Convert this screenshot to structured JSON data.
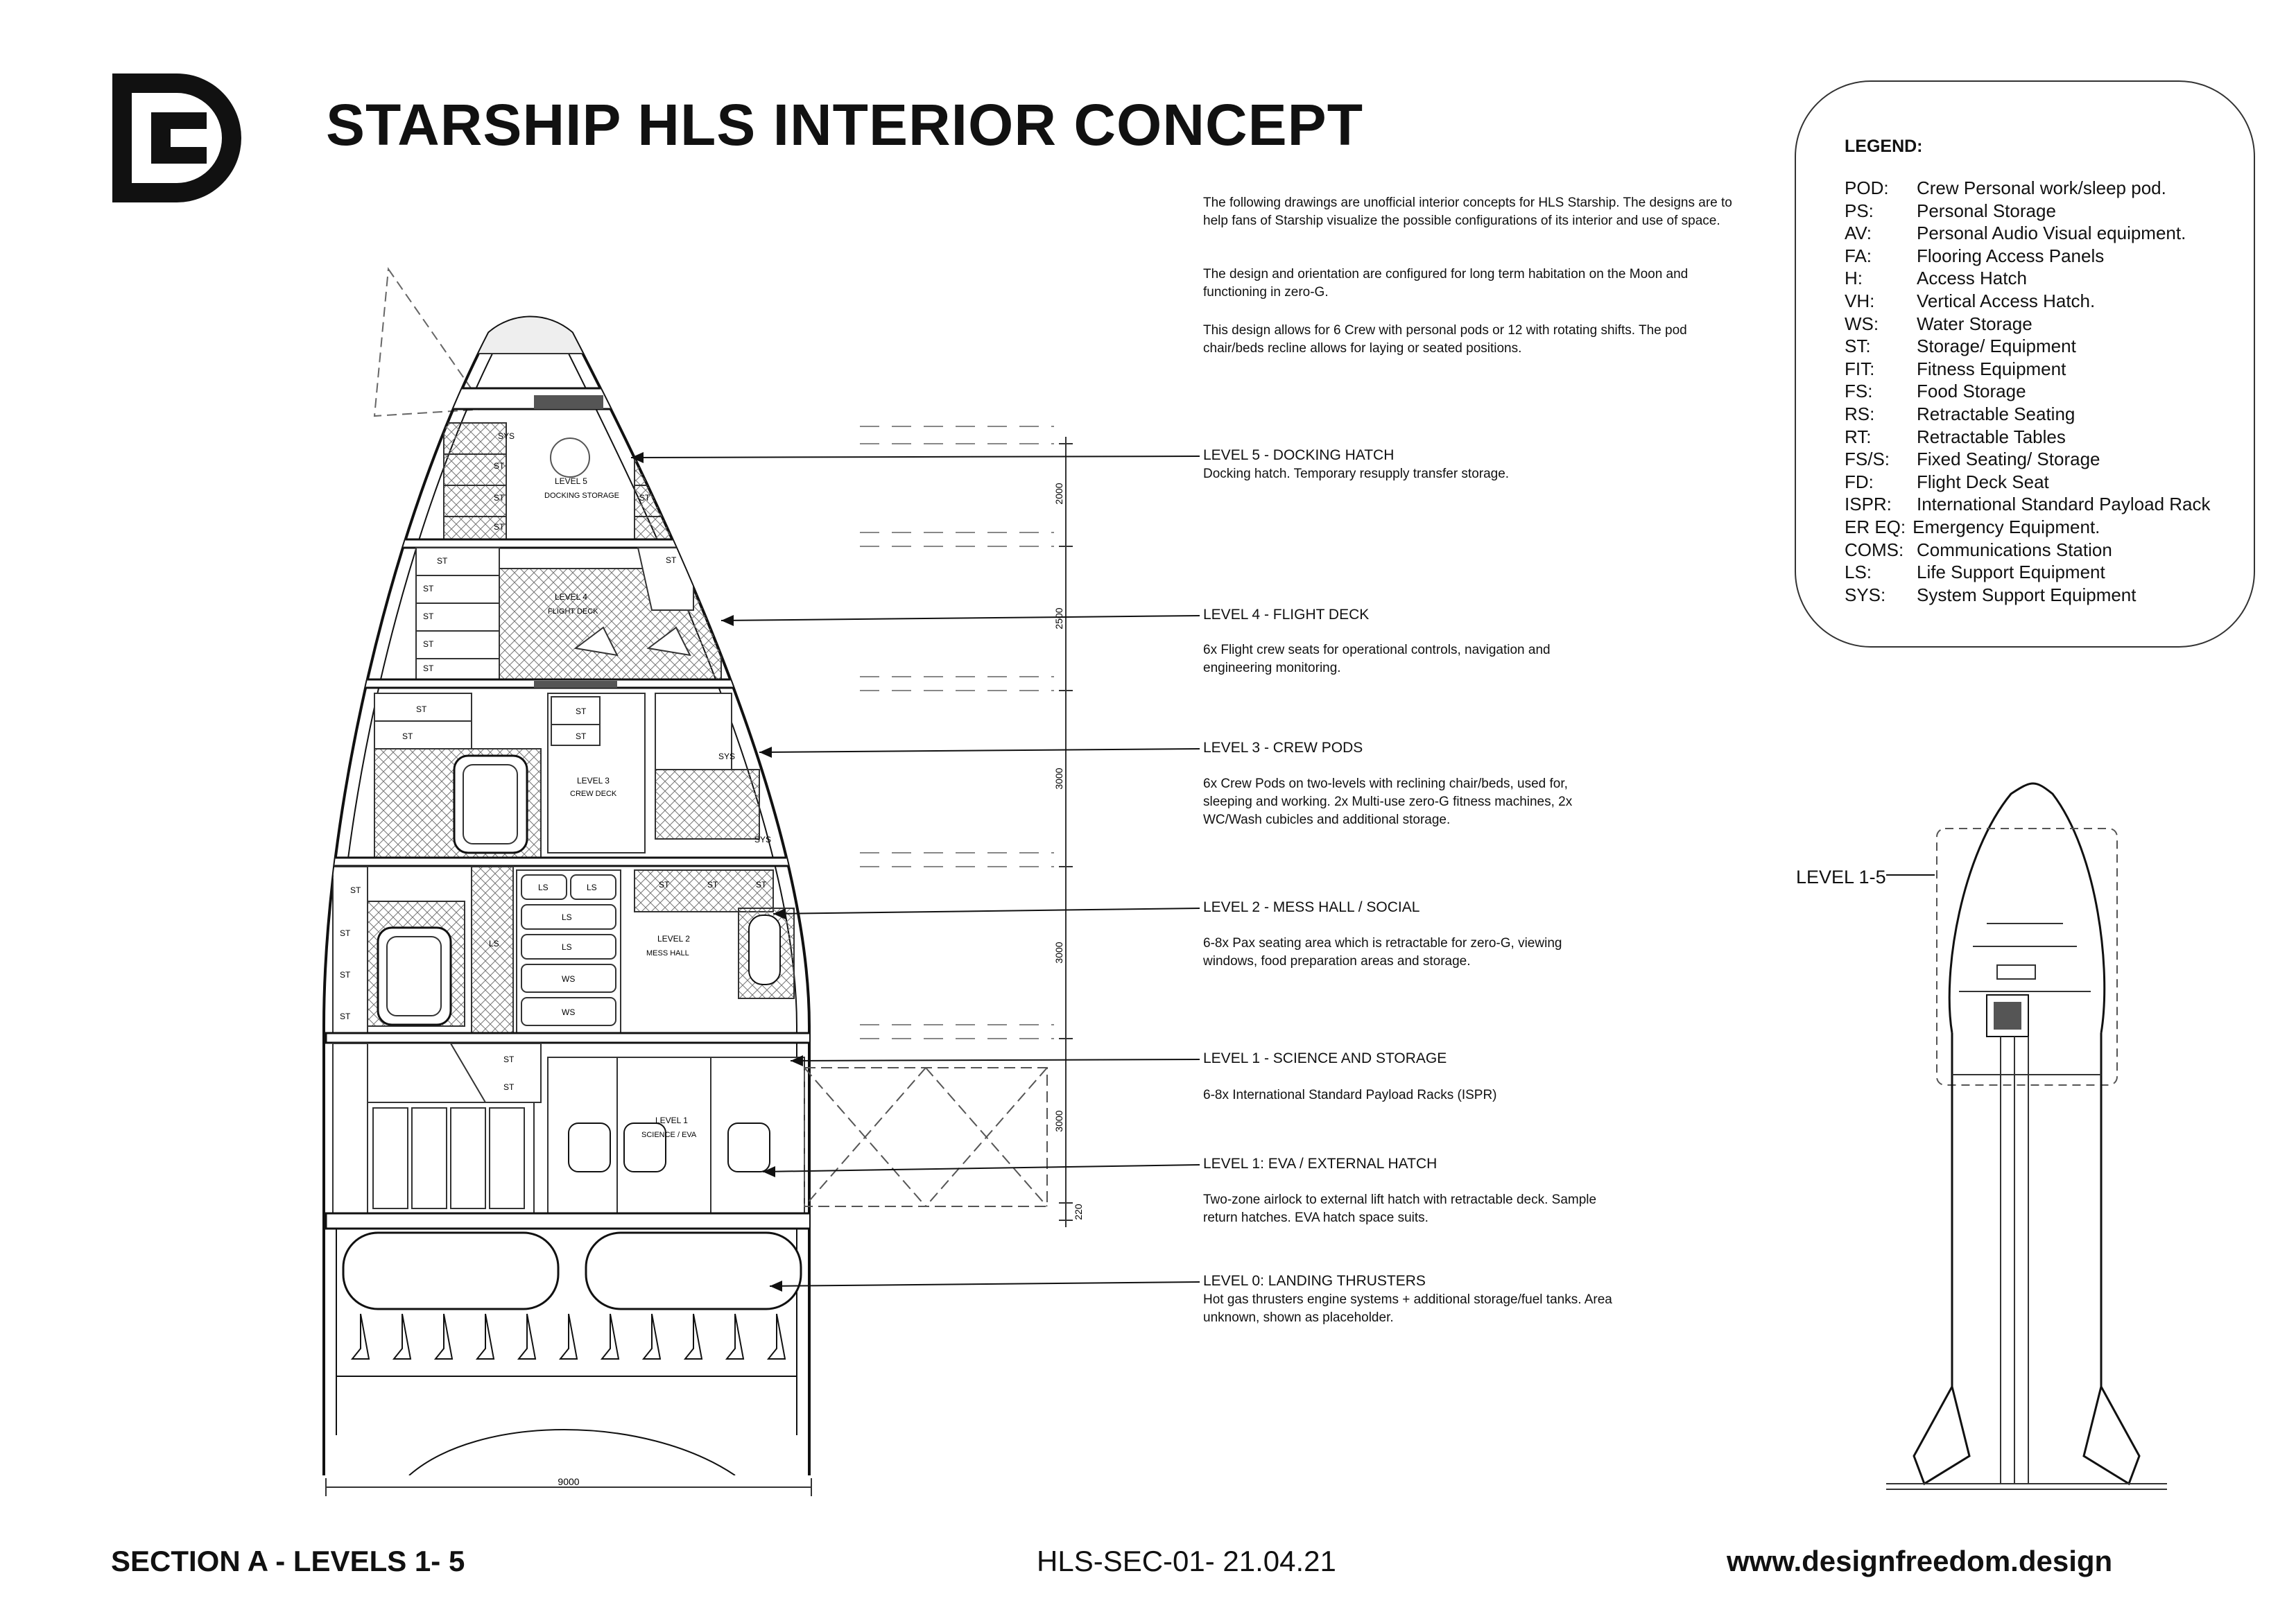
{
  "title": "STARSHIP HLS INTERIOR CONCEPT",
  "intro": [
    "The following drawings are unofficial interior concepts for HLS Starship. The designs are to help fans of Starship visualize the possible configurations of its interior and use of space.",
    "The design and orientation are configured for long term habitation on the Moon and functioning in zero-G.",
    "This design allows for 6 Crew with personal pods or 12 with rotating shifts. The pod chair/beds recline allows for laying or seated positions."
  ],
  "levels": [
    {
      "title": "LEVEL 5 - DOCKING HATCH",
      "desc": "Docking hatch. Temporary resupply transfer storage."
    },
    {
      "title": "LEVEL 4 - FLIGHT DECK",
      "desc": "6x Flight crew seats for operational controls, navigation and engineering monitoring."
    },
    {
      "title": "LEVEL 3 - CREW PODS",
      "desc": "6x Crew Pods on two-levels with reclining chair/beds, used for, sleeping and working. 2x Multi-use zero-G fitness machines,  2x WC/Wash cubicles and additional storage."
    },
    {
      "title": "LEVEL 2 - MESS HALL / SOCIAL",
      "desc": "6-8x Pax seating area which is retractable for zero-G, viewing windows, food preparation areas and storage."
    },
    {
      "title": "LEVEL 1 - SCIENCE AND STORAGE",
      "desc": "6-8x International Standard Payload Racks (ISPR)"
    },
    {
      "title": "LEVEL 1: EVA / EXTERNAL HATCH",
      "desc": "Two-zone airlock to external lift hatch with retractable deck. Sample return hatches. EVA hatch space suits."
    },
    {
      "title": "LEVEL 0: LANDING THRUSTERS",
      "desc": "Hot gas thrusters engine systems + additional storage/fuel tanks. Area unknown, shown as placeholder."
    }
  ],
  "legend": {
    "title": "LEGEND:",
    "items": [
      {
        "code": "POD:",
        "text": "Crew Personal work/sleep pod."
      },
      {
        "code": "PS:",
        "text": "Personal Storage"
      },
      {
        "code": "AV:",
        "text": "Personal Audio Visual equipment."
      },
      {
        "code": "FA:",
        "text": "Flooring Access Panels"
      },
      {
        "code": "H:",
        "text": "Access Hatch"
      },
      {
        "code": "VH:",
        "text": "Vertical Access Hatch."
      },
      {
        "code": "WS:",
        "text": "Water Storage"
      },
      {
        "code": "ST:",
        "text": "Storage/ Equipment"
      },
      {
        "code": "FIT:",
        "text": "Fitness Equipment"
      },
      {
        "code": "FS:",
        "text": "Food Storage"
      },
      {
        "code": "RS:",
        "text": "Retractable Seating"
      },
      {
        "code": "RT:",
        "text": "Retractable Tables"
      },
      {
        "code": "FS/S:",
        "text": "Fixed Seating/ Storage"
      },
      {
        "code": "FD:",
        "text": "Flight Deck Seat"
      },
      {
        "code": "ISPR:",
        "text": "International Standard Payload Rack"
      },
      {
        "code": "ER EQ:",
        "text": "Emergency Equipment."
      },
      {
        "code": "COMS:",
        "text": "Communications Station"
      },
      {
        "code": "LS:",
        "text": "Life Support Equipment"
      },
      {
        "code": "SYS:",
        "text": "System Support Equipment"
      }
    ]
  },
  "dimensions": {
    "level5": "2000",
    "level4": "2500",
    "level3": "3000",
    "level2": "3000",
    "level1": "3000",
    "floor": "220",
    "width": "9000"
  },
  "drawing_labels": {
    "level5_room": "LEVEL 5",
    "level5_room_sub": "DOCKING STORAGE",
    "level4_room": "LEVEL 4",
    "level4_room_sub": "FLIGHT DECK",
    "level3_room": "LEVEL 3",
    "level3_room_sub": "CREW DECK",
    "level2_room": "LEVEL 2",
    "level2_room_sub": "MESS HALL",
    "level1_room": "LEVEL 1",
    "level1_room_sub": "SCIENCE / EVA",
    "sys": "SYS",
    "st": "ST",
    "ls": "LS",
    "ws": "WS"
  },
  "mini_label": "LEVEL 1-5",
  "footer": {
    "left": "SECTION A - LEVELS 1- 5",
    "mid": "HLS-SEC-01- 21.04.21",
    "right": "www.designfreedom.design"
  }
}
